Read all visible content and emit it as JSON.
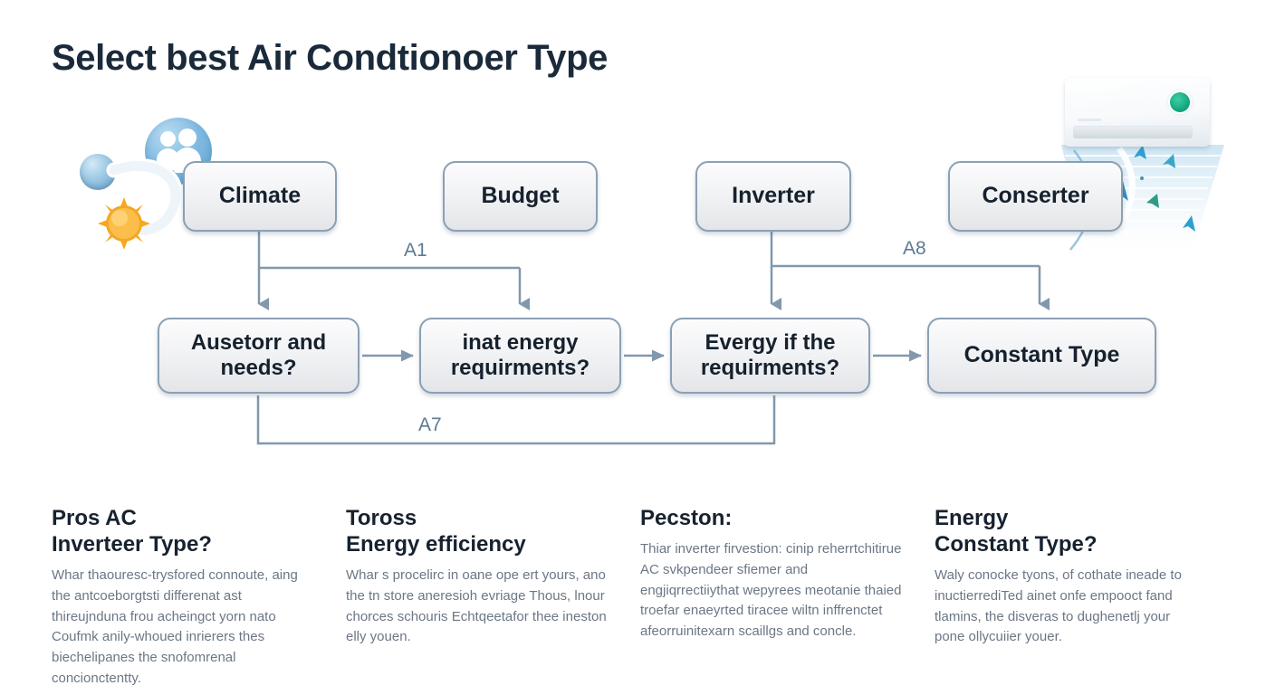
{
  "page": {
    "title": "Select best Air Condtionoer Type",
    "background_color": "#ffffff",
    "accent_color": "#8ba0b4",
    "heading_color": "#1b2a3a",
    "body_text_color": "#6b7785"
  },
  "decor": {
    "people_icon": "people-group-icon",
    "sphere_icon": "blue-sphere-icon",
    "swoosh_icon": "curved-arrow-swoosh-icon",
    "sun_icon": "sun-icon",
    "ac_unit_icon": "wall-split-air-conditioner-icon",
    "ac_indicator_icon": "green-power-indicator-icon",
    "airflow_icon": "airflow-arrows-icon"
  },
  "flow": {
    "row1": [
      {
        "id": "climate",
        "label": "Climate"
      },
      {
        "id": "budget",
        "label": "Budget"
      },
      {
        "id": "inverter",
        "label": "Inverter"
      },
      {
        "id": "conserter",
        "label": "Conserter"
      }
    ],
    "row2": [
      {
        "id": "q1",
        "label": "Ausetorr and\nneeds?"
      },
      {
        "id": "q2",
        "label": "inat energy\nrequirments?"
      },
      {
        "id": "q3",
        "label": "Evergy if the\nrequirments?"
      },
      {
        "id": "q4",
        "label": "Constant Type"
      }
    ],
    "connector_labels": {
      "a1": "A1",
      "a8": "A8",
      "a7": "A7"
    }
  },
  "columns": [
    {
      "heading": "Pros AC\nInverteer Type?",
      "body": "Whar thaouresc-trysfored connoute, aing the antcoeborgtsti differenat ast thireujnduna frou acheingct yorn nato Coufmk anily-whoued inrierers thes biechelipanes the snofomrenal concionctentty."
    },
    {
      "heading": "Toross\nEnergy efficiency",
      "body": "Whar s procelirc in oane ope ert yours, ano the tn store aneresioh evriage Thous, lnour chorces schouris Echtqeetafor thee ineston elly youen."
    },
    {
      "heading": "Pecston:",
      "body": "Thiar inverter firvestion: cinip reherrtchitirue AC svkpendeer sfiemer and engjiqrrectiiythat wepyrees meotanie thaied troefar enaeyrted tiracee wiltn inffrenctet afeorruinitexarn scaillgs and concle."
    },
    {
      "heading": "Energy\nConstant Type?",
      "body": "Waly conocke tyons, of cothate ineade to inuctierrediTed ainet onfe empooct fand tlamins, the disveras to dughenetlj your pone ollycuiier youer."
    }
  ]
}
